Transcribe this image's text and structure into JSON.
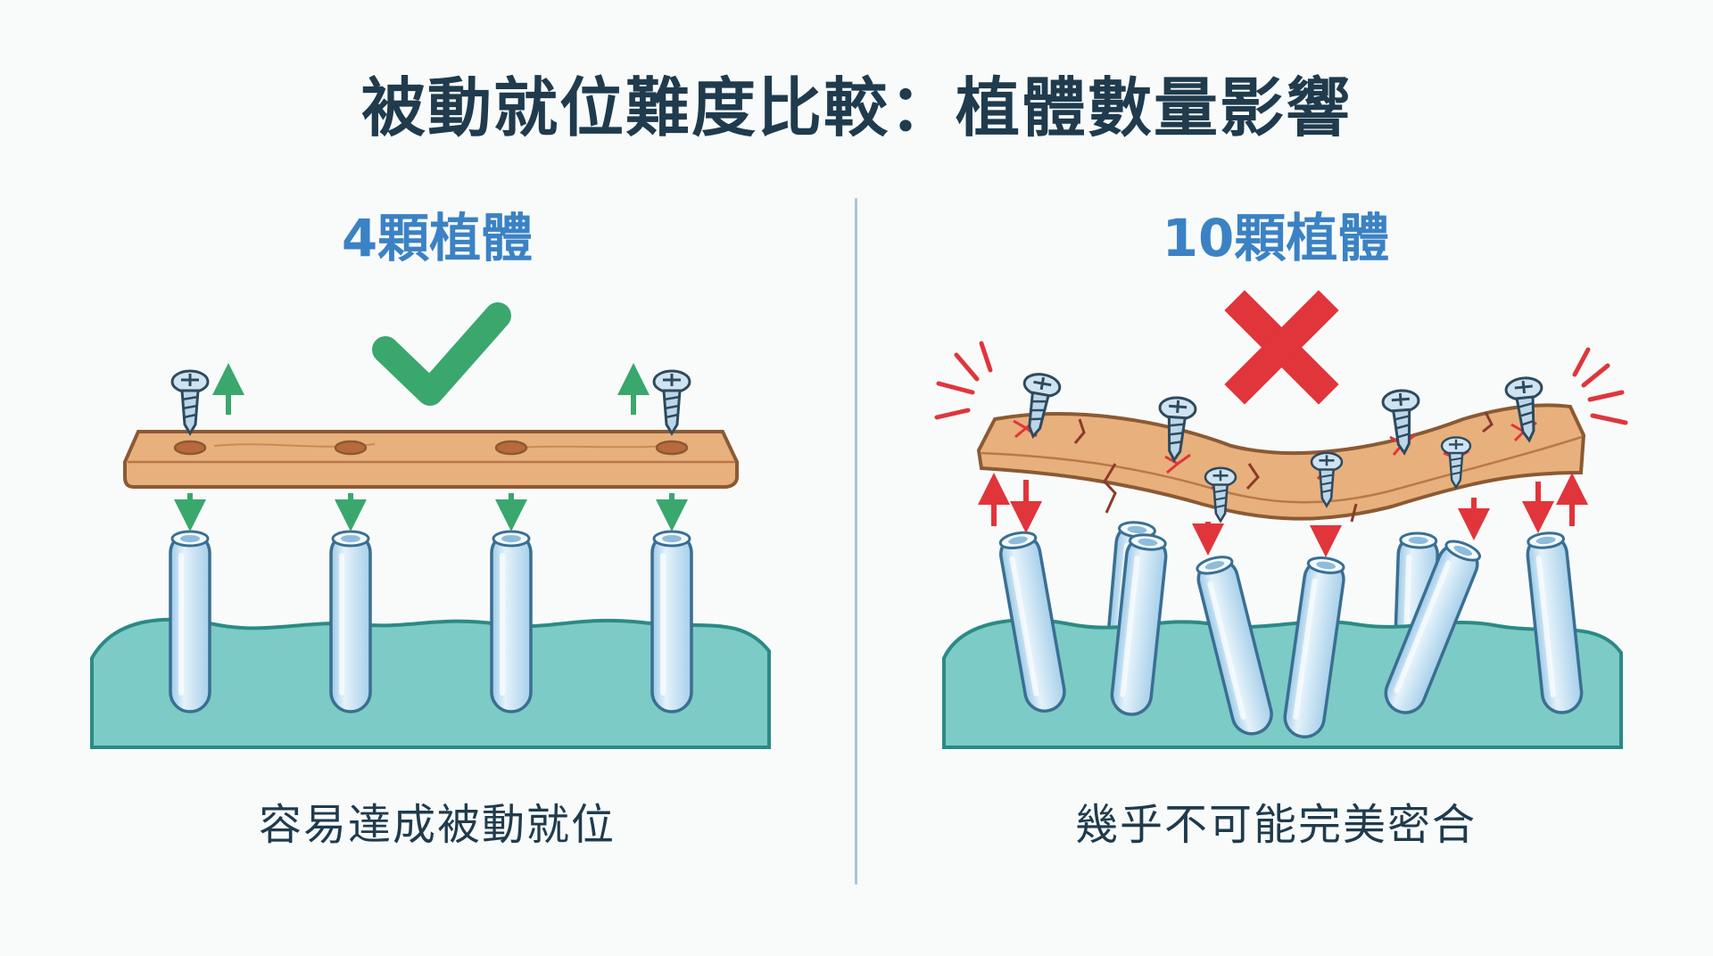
{
  "title": "被動就位難度比較：植體數量影響",
  "left": {
    "heading": "4顆植體",
    "caption": "容易達成被動就位",
    "status": "check"
  },
  "right": {
    "heading": "10顆植體",
    "caption": "幾乎不可能完美密合",
    "status": "cross"
  },
  "colors": {
    "title": "#1f3b4d",
    "heading": "#3b82c4",
    "success": "#3aa76d",
    "error": "#e0353b",
    "gum": "#7ccbc6",
    "bar": "#e8b07c",
    "implant": "#bcdcf0"
  }
}
